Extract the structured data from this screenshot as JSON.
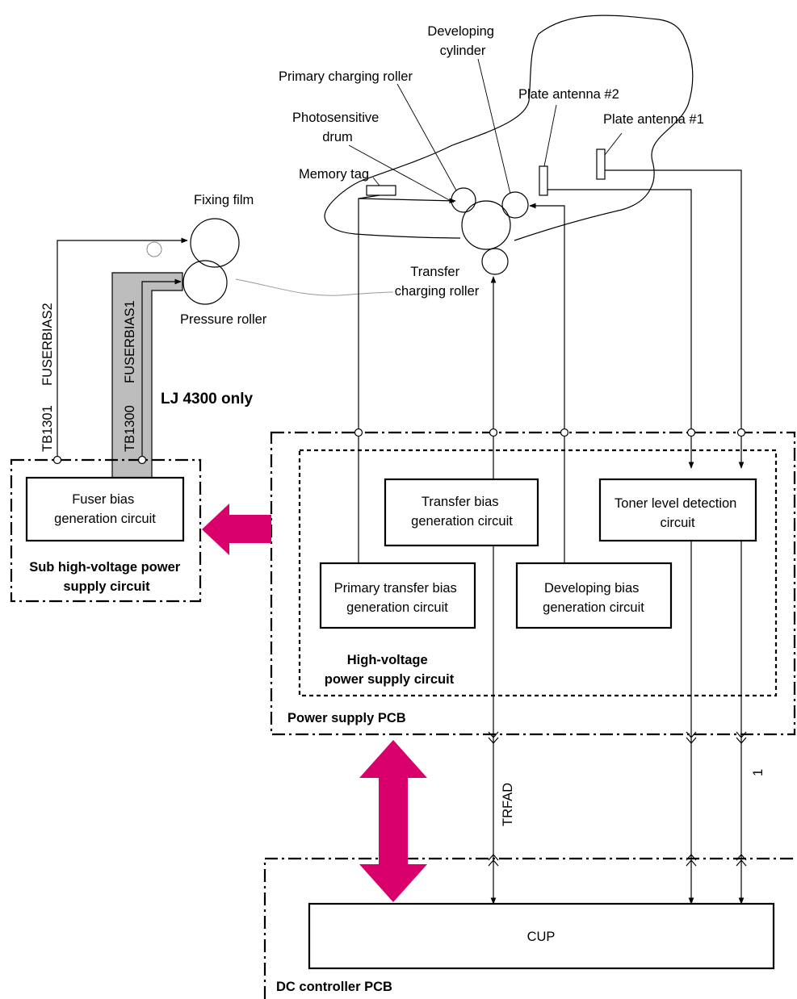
{
  "components": {
    "developing_cylinder": "Developing\ncylinder",
    "primary_charging_roller": "Primary charging roller",
    "plate_antenna_2": "Plate antenna #2",
    "plate_antenna_1": "Plate antenna #1",
    "photosensitive_drum": "Photosensitive\ndrum",
    "memory_tag": "Memory tag",
    "fixing_film": "Fixing film",
    "transfer_charging_roller": "Transfer\ncharging roller",
    "pressure_roller": "Pressure roller"
  },
  "signals": {
    "fuserbias2": "FUSERBIAS2",
    "fuserbias1": "FUSERBIAS1",
    "tb1301": "TB1301",
    "tb1300": "TB1300",
    "trfad": "TRFAD",
    "signal_1": "1"
  },
  "notes": {
    "lj4300_only": "LJ 4300 only"
  },
  "circuits": {
    "fuser_bias": "Fuser  bias\ngeneration circuit",
    "transfer_bias": "Transfer bias\ngeneration circuit",
    "toner_level": "Toner level detection\ncircuit",
    "primary_transfer": "Primary transfer bias\ngeneration circuit",
    "developing_bias": "Developing bias\ngeneration circuit",
    "cpu": "CUP"
  },
  "boards": {
    "sub_hv": "Sub high-voltage power\nsupply circuit",
    "hv": "High-voltage\npower supply circuit",
    "power_pcb": "Power supply PCB",
    "dc_controller": "DC controller PCB"
  },
  "colors": {
    "arrow_magenta": "#d9006c",
    "harness_gray": "#bdbdbd"
  }
}
